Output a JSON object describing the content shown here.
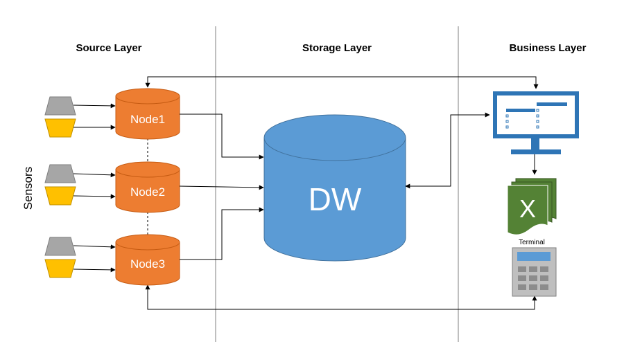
{
  "layers": {
    "source": "Source Layer",
    "storage": "Storage Layer",
    "business": "Business Layer"
  },
  "sensors_label": "Sensors",
  "nodes": [
    "Node1",
    "Node2",
    "Node3"
  ],
  "warehouse_label": "DW",
  "spreadsheet_glyph": "X",
  "terminal_label": "Terminal",
  "colors": {
    "node_fill": "#ED7D31",
    "node_stroke": "#C55A11",
    "dw_fill": "#5B9BD5",
    "dw_stroke": "#41719C",
    "sensor_gray": "#A6A6A6",
    "sensor_yellow": "#FFC000",
    "monitor_blue": "#2E75B6",
    "excel_green": "#548235",
    "terminal_gray": "#BFBFBF",
    "terminal_screen": "#5B9BD5"
  },
  "icons": {
    "sensor_top": "trapezoid-sensor-icon",
    "sensor_bottom": "trapezoid-sensor-icon",
    "monitor": "monitor-icon",
    "spreadsheet": "spreadsheet-icon",
    "terminal": "terminal-keypad-icon"
  }
}
